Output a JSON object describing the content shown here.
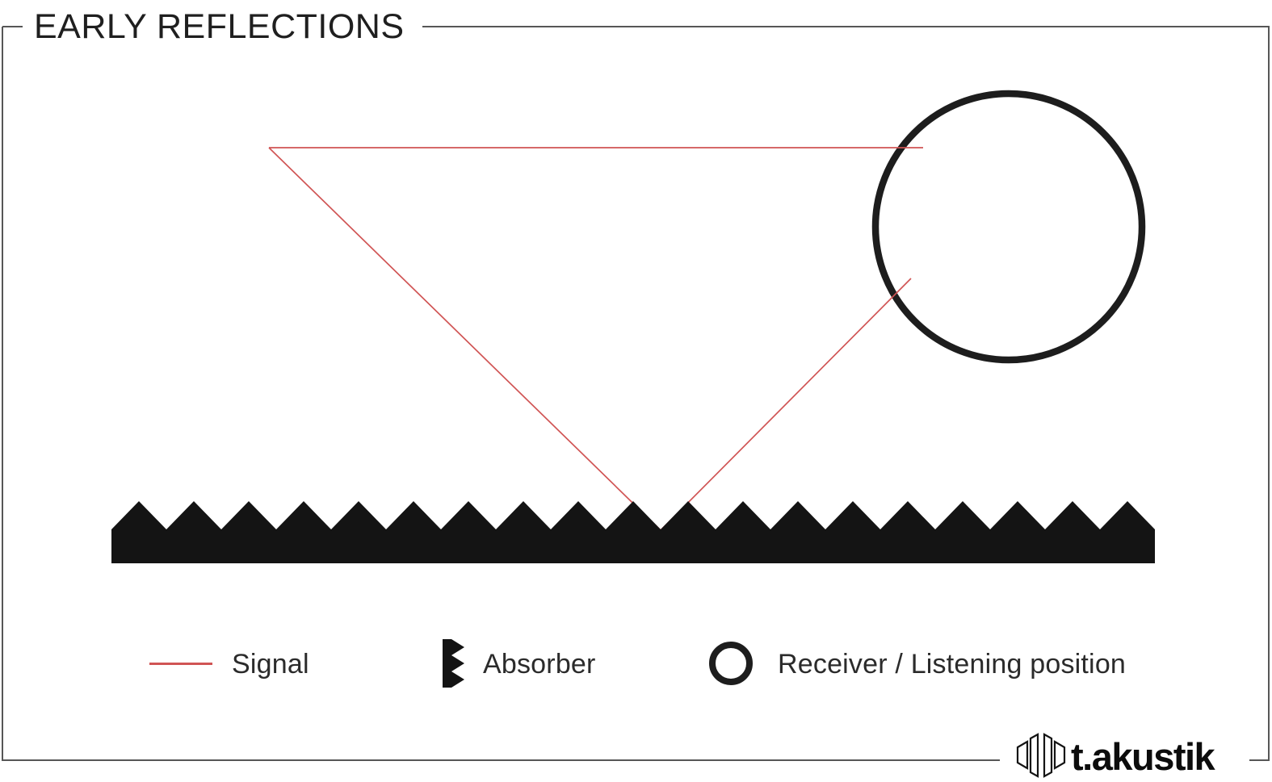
{
  "title": "EARLY REFLECTIONS",
  "legend": {
    "signal_label": "Signal",
    "absorber_label": "Absorber",
    "receiver_label": "Receiver / Listening position"
  },
  "logo_text": "t.akustik",
  "colors": {
    "signal_red": "#d05454",
    "ink": "#141414",
    "circle_ink": "#1d1d1d",
    "frame_gray": "#565656",
    "text": "#2b2b2b",
    "title_text": "#1f1f1f",
    "logo_text_color": "#0c0c0c"
  },
  "icons": {
    "signal": "signal-line-swatch",
    "absorber": "absorber-wedge-icon",
    "receiver": "receiver-ring-icon",
    "logo": "acoustic-panels-icon"
  }
}
